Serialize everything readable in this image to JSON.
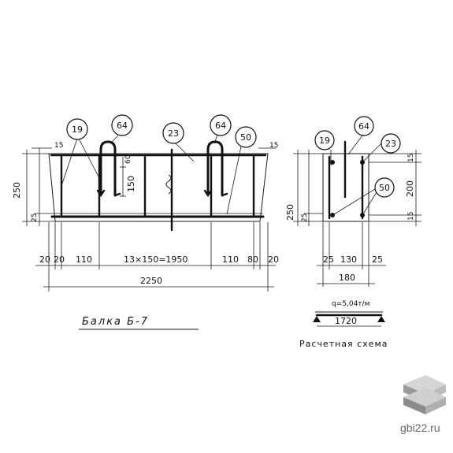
{
  "main": {
    "beam_title": "Балка Б-7",
    "scheme_title": "Расчетная схема",
    "callouts": {
      "c19": "19",
      "c64": "64",
      "c23": "23",
      "c50": "50",
      "s19": "19",
      "s64": "64",
      "s23": "23",
      "s50": "50"
    },
    "elevation_dims": {
      "top_cover_left": "15",
      "top_cover_right": "15",
      "height": "250",
      "bottom_cover": "25",
      "stirrup_top": "60",
      "stirrup_h": "150",
      "seg_a": "20",
      "seg_b": "20",
      "seg_c": "110",
      "seg_mid": "13×150=1950",
      "seg_d": "110",
      "seg_e": "80",
      "seg_f": "20",
      "total": "2250"
    },
    "section_dims": {
      "height": "250",
      "bottom": "25",
      "top_r": "15",
      "mid_r": "200",
      "bot_r": "15",
      "w_left": "25",
      "w_mid": "130",
      "w_right": "25",
      "w_total": "180"
    },
    "scheme": {
      "load": "q=5,04т/м",
      "span": "1720"
    }
  },
  "watermark": {
    "site": "gbi22.ru"
  }
}
